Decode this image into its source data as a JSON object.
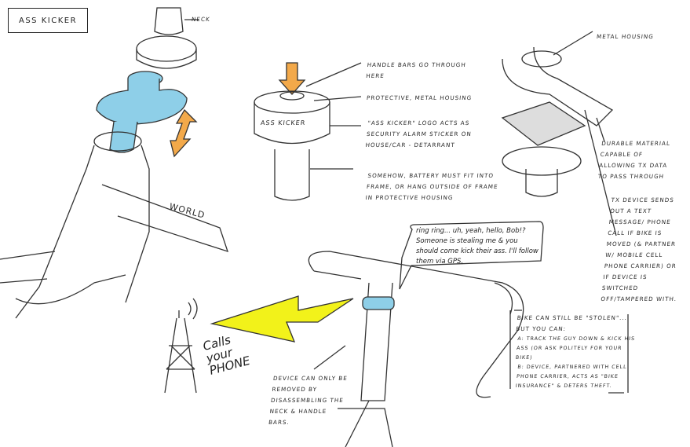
{
  "title": "Ass Kicker",
  "labels": {
    "neck": "Neck",
    "metal_housing": "Metal Housing",
    "handlebars": "Handle bars go through here",
    "protective": "Protective, metal housing",
    "logo": "\"Ass Kicker\" logo acts as security alarm sticker on house/car - detarrant",
    "battery": "Somehow, battery must fit into frame, or hang outside of frame in protective housing",
    "durable": "Durable material capable of allowing TX data to pass through",
    "tx_device": "TX device sends out a text message/ phone call if bike is moved (& partner w/ mobile cell phone carrier) or if device is switched off/tampered with.",
    "removal": "Device can only be removed by disassembling the neck & handle bars.",
    "calls_phone": "Calls your PHONE",
    "frame_brand": "WORLD",
    "device_logo": "Ass Kicker"
  },
  "speech_bubble": "ring ring... uh, yeah, hello, Bob!? Someone is stealing me & you should come kick their ass. I'll follow them via GPS.",
  "stolen_box": {
    "heading": "Bike can still be \"stolen\"... but you can:",
    "items": [
      "A: Track the guy down & kick his ass (or ask politely for your bike)",
      "B: Device, partnered with cell phone carrier, acts as \"bike insurance\" & deters theft."
    ]
  },
  "colors": {
    "device_blue": "#8ecfe8",
    "arrow_orange": "#f3a94a",
    "signal_yellow": "#f2f21a"
  }
}
